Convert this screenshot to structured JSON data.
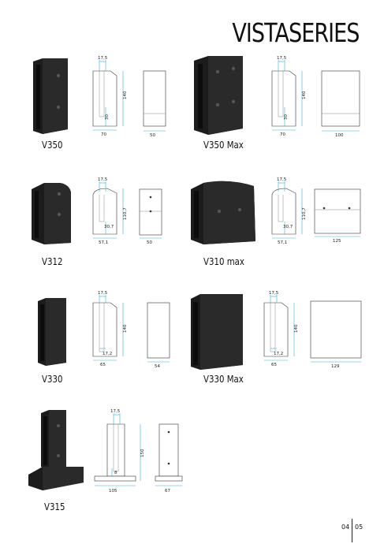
{
  "header": {
    "title": "VISTASERIES"
  },
  "products": {
    "v350": {
      "label": "V350",
      "d1": "17,5",
      "d2": "140",
      "d3": "30",
      "d4": "70",
      "d5": "50"
    },
    "v350max": {
      "label": "V350 Max",
      "d1": "17,5",
      "d2": "140",
      "d3": "30",
      "d4": "70",
      "d5": "100"
    },
    "v312": {
      "label": "V312",
      "d1": "17,5",
      "d2": "110,7",
      "d3": "30,7",
      "d4": "57,1",
      "d5": "50"
    },
    "v310max": {
      "label": "V310 max",
      "d1": "17,5",
      "d2": "110,7",
      "d3": "30,7",
      "d4": "57,1",
      "d5": "125"
    },
    "v330": {
      "label": "V330",
      "d1": "17,5",
      "d2": "140",
      "d3": "17,2",
      "d4": "65",
      "d5": "54"
    },
    "v330max": {
      "label": "V330 Max",
      "d1": "17,5",
      "d2": "140",
      "d3": "17,2",
      "d4": "65",
      "d5": "129"
    },
    "v315": {
      "label": "V315",
      "d1": "17,5",
      "d2": "150",
      "d3": "8",
      "d4": "105",
      "d5": "67"
    }
  },
  "footer": {
    "page_left": "04",
    "page_right": "05"
  }
}
